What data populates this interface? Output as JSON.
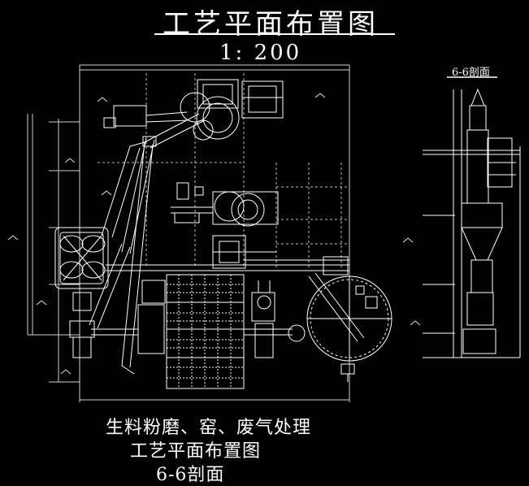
{
  "drawing": {
    "title": "工艺平面布置图",
    "scale": "1: 200",
    "section_label": "6-6剖面",
    "caption_lines": [
      "生料粉磨、窑、废气处理",
      "工艺平面布置图",
      "6-6剖面"
    ]
  },
  "colors": {
    "background": "#000000",
    "lines": "#ffffff",
    "dims": "#d9d9d9"
  }
}
